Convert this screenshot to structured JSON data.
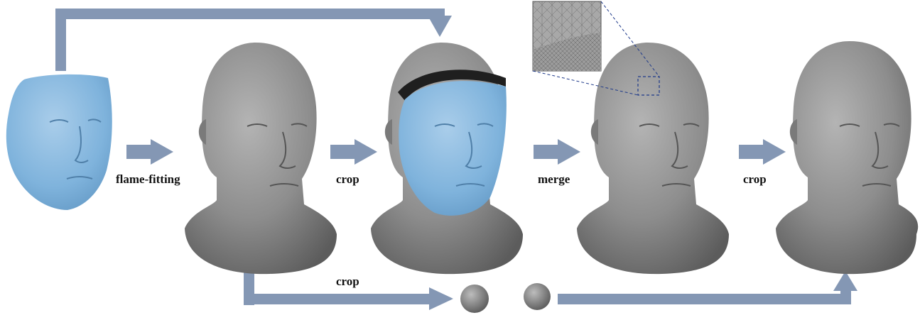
{
  "labels": {
    "step1": "flame-fitting",
    "step2": "crop",
    "step3": "merge",
    "step4": "crop",
    "bottom": "crop"
  },
  "colors": {
    "arrow": "#8497b4",
    "face_blue": "#7fb3dc",
    "head_gray": "#8a8a8a",
    "band_dark": "#1f1f1f",
    "zoom_line": "#1f3a8a"
  }
}
